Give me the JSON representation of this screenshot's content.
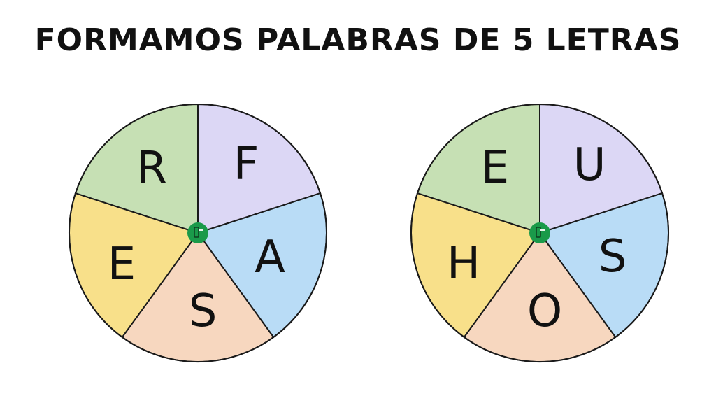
{
  "title": "FORMAMOS PALABRAS DE 5 LETRAS",
  "colors": {
    "green": "#c6e0b4",
    "lavender": "#dcd7f5",
    "blue": "#b9dcf6",
    "peach": "#f7d7bf",
    "yellow": "#f8e08a",
    "hub": "#1a9a4a",
    "outline": "#1a1a1a"
  },
  "wheels": [
    {
      "name": "wheel-1",
      "segments": [
        {
          "position": "top-left",
          "color": "green",
          "letter": "R"
        },
        {
          "position": "top-right",
          "color": "lavender",
          "letter": "F"
        },
        {
          "position": "right",
          "color": "blue",
          "letter": "A"
        },
        {
          "position": "bottom",
          "color": "peach",
          "letter": "S"
        },
        {
          "position": "left",
          "color": "yellow",
          "letter": "E"
        }
      ]
    },
    {
      "name": "wheel-2",
      "segments": [
        {
          "position": "top-left",
          "color": "green",
          "letter": "E"
        },
        {
          "position": "top-right",
          "color": "lavender",
          "letter": "U"
        },
        {
          "position": "right",
          "color": "blue",
          "letter": "S"
        },
        {
          "position": "bottom",
          "color": "peach",
          "letter": "O"
        },
        {
          "position": "left",
          "color": "yellow",
          "letter": "H"
        }
      ]
    }
  ],
  "hub_icon": "logo-badge-icon"
}
